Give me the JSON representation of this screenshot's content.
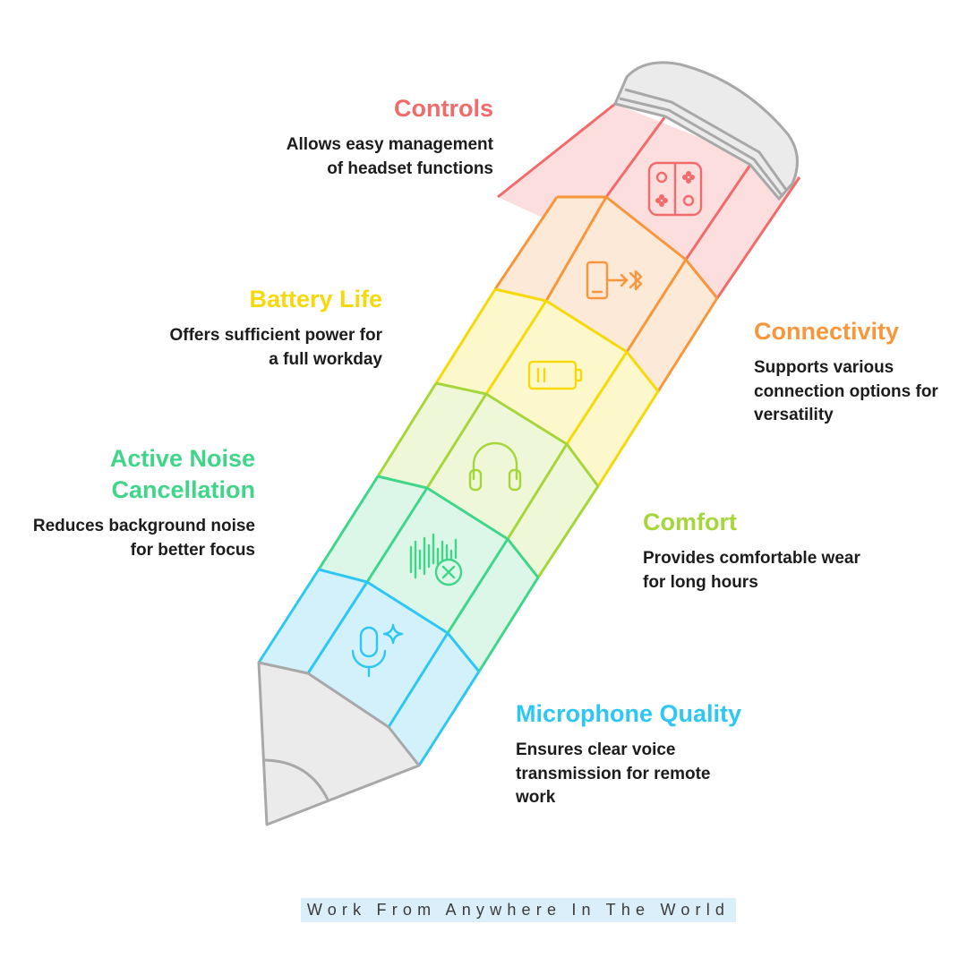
{
  "features": [
    {
      "id": "controls",
      "title": "Controls",
      "desc_lines": [
        "Allows easy management",
        "of headset functions"
      ],
      "color": "#f26b6b",
      "icon": "game-controller-icon"
    },
    {
      "id": "connectivity",
      "title": "Connectivity",
      "desc_lines": [
        "Supports various",
        "connection options for",
        "versatility"
      ],
      "color": "#f7963b",
      "icon": "phone-bluetooth-icon"
    },
    {
      "id": "battery",
      "title": "Battery Life",
      "desc_lines": [
        "Offers sufficient power for",
        "a full workday"
      ],
      "color": "#f5d90a",
      "icon": "battery-icon"
    },
    {
      "id": "comfort",
      "title": "Comfort",
      "desc_lines": [
        "Provides comfortable wear",
        "for long hours"
      ],
      "color": "#a5d63b",
      "icon": "headphones-icon"
    },
    {
      "id": "anc",
      "title_lines": [
        "Active Noise",
        "Cancellation"
      ],
      "desc_lines": [
        "Reduces background noise",
        "for better focus"
      ],
      "color": "#3fd68a",
      "icon": "noise-cancel-icon"
    },
    {
      "id": "microphone",
      "title": "Microphone Quality",
      "desc_lines": [
        "Ensures clear voice",
        "transmission for remote",
        "work"
      ],
      "color": "#2ec6f2",
      "icon": "microphone-sparkle-icon"
    }
  ],
  "footer": {
    "text": "Work From Anywhere In The World"
  }
}
